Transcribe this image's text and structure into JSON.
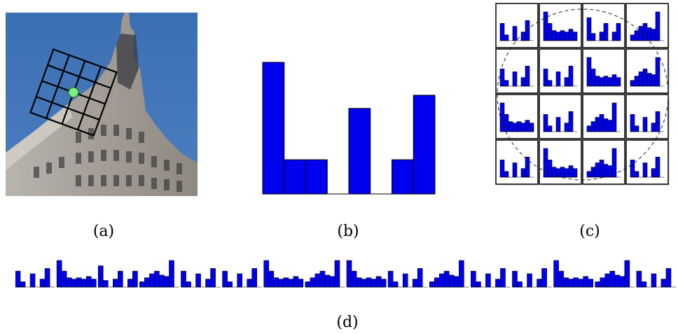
{
  "captions": {
    "a": "(a)",
    "b": "(b)",
    "c": "(c)",
    "d": "(d)"
  },
  "colors": {
    "bar": "#0000ee",
    "sky": "#3f74b6",
    "keypoint": "#7cf07c",
    "grid": "#000000"
  },
  "histogram_b": [
    1.0,
    0.26,
    0.26,
    0.0,
    0.65,
    0.0,
    0.26,
    0.75
  ],
  "histograms_c": [
    [
      0.6,
      0.2,
      0.0,
      0.5,
      0.0,
      0.3,
      0.7,
      0.0
    ],
    [
      1.0,
      0.6,
      0.35,
      0.3,
      0.35,
      0.3,
      0.4,
      0.3
    ],
    [
      0.8,
      0.25,
      0.0,
      0.3,
      0.6,
      0.0,
      0.3,
      0.6
    ],
    [
      0.2,
      0.35,
      0.5,
      0.6,
      0.45,
      0.4,
      1.0,
      0.0
    ],
    [
      0.6,
      0.2,
      0.0,
      0.5,
      0.0,
      0.3,
      0.7,
      0.0
    ],
    [
      0.6,
      0.2,
      0.0,
      0.5,
      0.0,
      0.3,
      0.7,
      0.0
    ],
    [
      1.0,
      0.6,
      0.35,
      0.3,
      0.35,
      0.3,
      0.4,
      0.3
    ],
    [
      0.2,
      0.35,
      0.5,
      0.6,
      0.45,
      0.4,
      1.0,
      0.0
    ],
    [
      1.0,
      0.6,
      0.35,
      0.3,
      0.35,
      0.3,
      0.4,
      0.3
    ],
    [
      0.6,
      0.2,
      0.0,
      0.5,
      0.0,
      0.3,
      0.7,
      0.0
    ],
    [
      0.2,
      0.35,
      0.5,
      0.6,
      0.45,
      0.4,
      1.0,
      0.0
    ],
    [
      0.6,
      0.2,
      0.0,
      0.5,
      0.0,
      0.3,
      0.7,
      0.0
    ],
    [
      0.6,
      0.2,
      0.0,
      0.5,
      0.0,
      0.3,
      0.7,
      0.0
    ],
    [
      1.0,
      0.6,
      0.35,
      0.3,
      0.35,
      0.3,
      0.4,
      0.3
    ],
    [
      0.2,
      0.35,
      0.5,
      0.6,
      0.45,
      0.4,
      1.0,
      0.0
    ],
    [
      0.6,
      0.2,
      0.0,
      0.5,
      0.0,
      0.3,
      0.7,
      0.0
    ]
  ]
}
